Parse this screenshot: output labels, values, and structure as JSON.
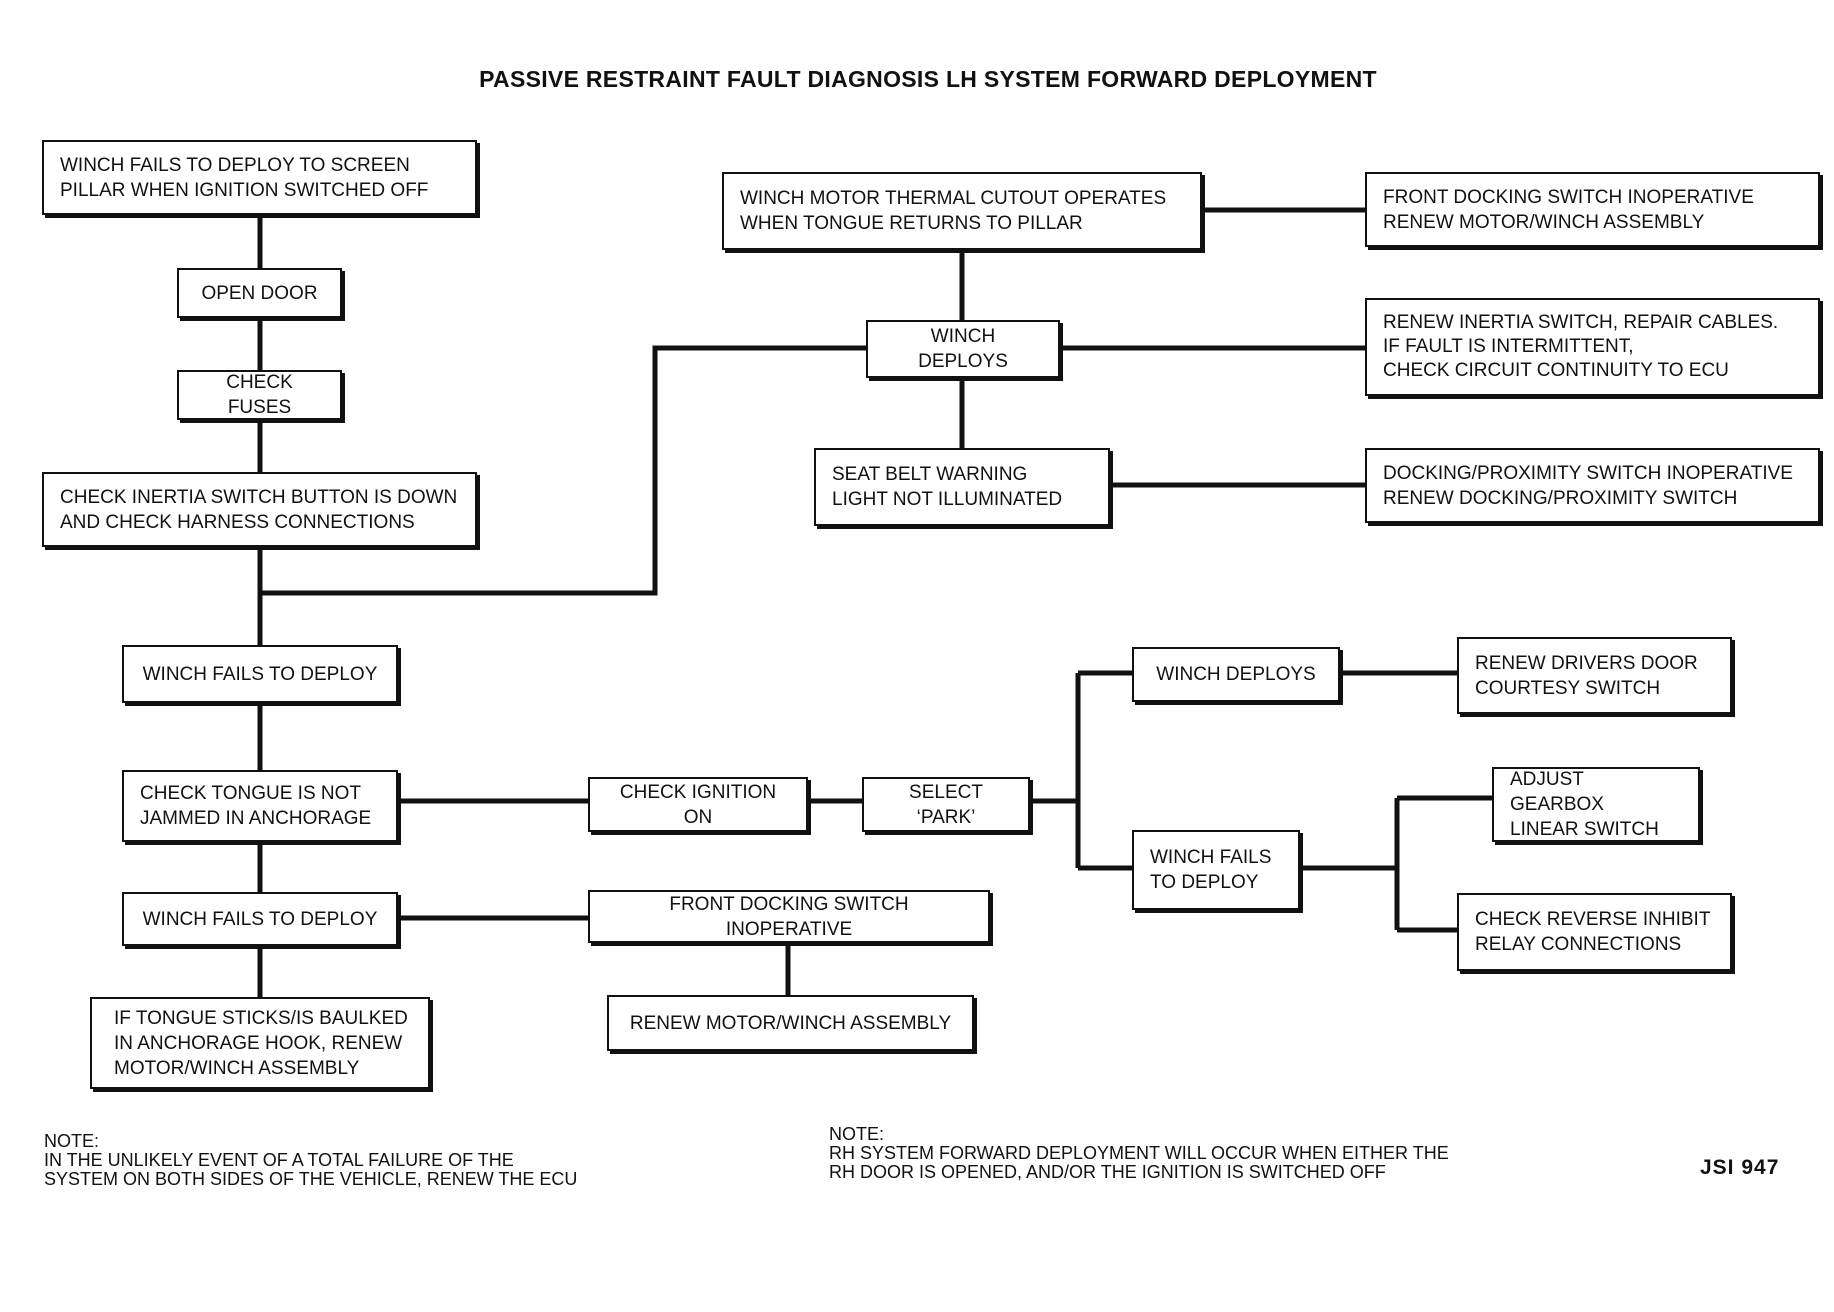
{
  "title": "PASSIVE RESTRAINT FAULT DIAGNOSIS LH SYSTEM FORWARD DEPLOYMENT",
  "nodes": {
    "n1": "WINCH FAILS TO DEPLOY TO SCREEN\nPILLAR  WHEN IGNITION SWITCHED OFF",
    "n2": "OPEN DOOR",
    "n3": "CHECK FUSES",
    "n4": "CHECK INERTIA SWITCH BUTTON IS DOWN\nAND CHECK HARNESS CONNECTIONS",
    "n5": "WINCH FAILS TO DEPLOY",
    "n6": "CHECK TONGUE IS NOT\nJAMMED IN ANCHORAGE",
    "n7": "WINCH FAILS TO DEPLOY",
    "n8": "IF TONGUE STICKS/IS BAULKED\nIN ANCHORAGE HOOK, RENEW\nMOTOR/WINCH ASSEMBLY",
    "n9": "WINCH MOTOR THERMAL CUTOUT OPERATES\nWHEN TONGUE RETURNS TO PILLAR",
    "n10": "FRONT DOCKING SWITCH INOPERATIVE\nRENEW MOTOR/WINCH ASSEMBLY",
    "n11": "WINCH DEPLOYS",
    "n12": "RENEW INERTIA SWITCH, REPAIR CABLES.\nIF FAULT IS INTERMITTENT,\nCHECK CIRCUIT  CONTINUITY TO ECU",
    "n13": "SEAT BELT WARNING\nLIGHT  NOT ILLUMINATED",
    "n14": "DOCKING/PROXIMITY SWITCH INOPERATIVE\nRENEW DOCKING/PROXIMITY SWITCH",
    "n15": "CHECK IGNITION ON",
    "n16": "SELECT ‘PARK’",
    "n17": "WINCH DEPLOYS",
    "n18": "RENEW DRIVERS DOOR\nCOURTESY SWITCH",
    "n19": "WINCH FAILS\nTO DEPLOY",
    "n20": "ADJUST GEARBOX\nLINEAR SWITCH",
    "n21": "CHECK REVERSE INHIBIT\nRELAY CONNECTIONS",
    "n22": "FRONT DOCKING SWITCH INOPERATIVE",
    "n23": "RENEW MOTOR/WINCH ASSEMBLY"
  },
  "notes": {
    "left": "NOTE:\nIN THE UNLIKELY EVENT OF A TOTAL FAILURE OF THE\nSYSTEM ON BOTH SIDES OF THE VEHICLE, RENEW THE ECU",
    "right": "NOTE:\nRH SYSTEM FORWARD DEPLOYMENT WILL OCCUR WHEN EITHER THE\nRH DOOR IS OPENED, AND/OR THE IGNITION IS SWITCHED OFF"
  },
  "figure_ref": "JSI 947"
}
